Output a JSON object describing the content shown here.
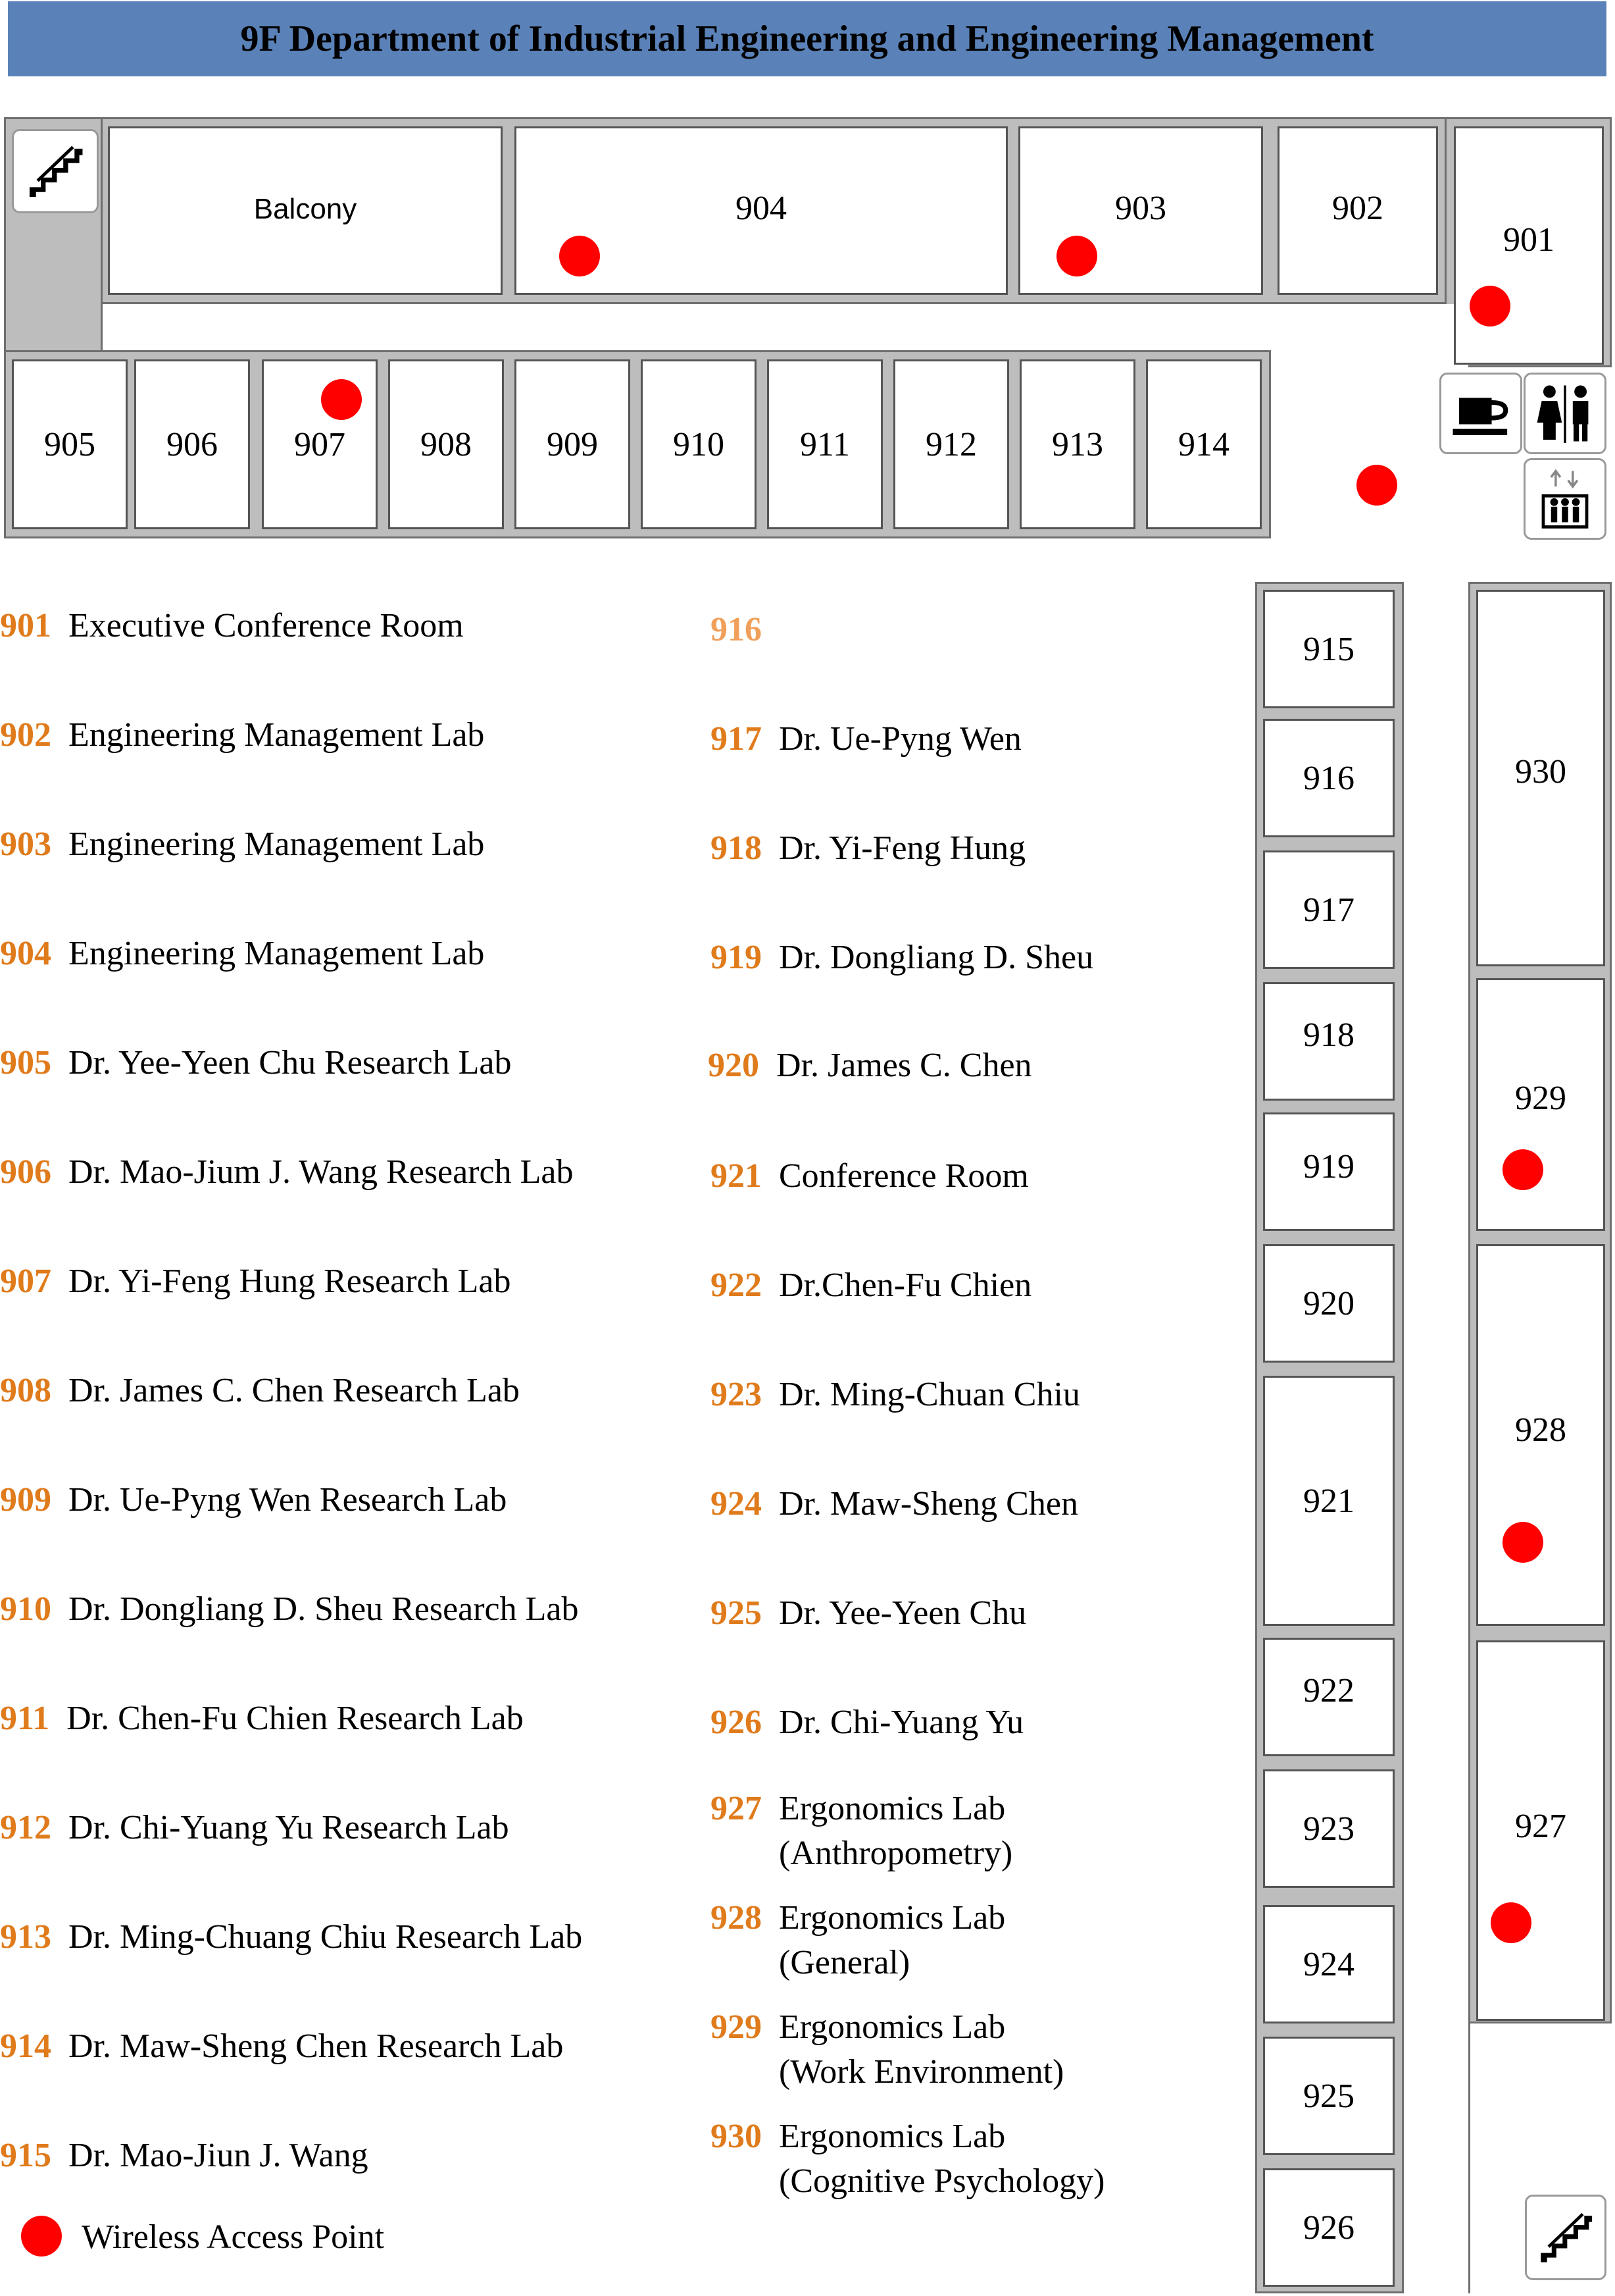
{
  "title": "9F  Department of Industrial Engineering and Engineering Management",
  "rooms": {
    "balcony": "Balcony",
    "r901": "901",
    "r902": "902",
    "r903": "903",
    "r904": "904",
    "r905": "905",
    "r906": "906",
    "r907": "907",
    "r908": "908",
    "r909": "909",
    "r910": "910",
    "r911": "911",
    "r912": "912",
    "r913": "913",
    "r914": "914",
    "r915": "915",
    "r916": "916",
    "r917": "917",
    "r918": "918",
    "r919": "919",
    "r920": "920",
    "r921": "921",
    "r922": "922",
    "r923": "923",
    "r924": "924",
    "r925": "925",
    "r926": "926",
    "r927": "927",
    "r928": "928",
    "r929": "929",
    "r930": "930"
  },
  "legend_left": [
    {
      "num": "901",
      "text": "Executive Conference Room"
    },
    {
      "num": "902",
      "text": "Engineering Management Lab"
    },
    {
      "num": "903",
      "text": "Engineering Management Lab"
    },
    {
      "num": "904",
      "text": "Engineering Management Lab"
    },
    {
      "num": "905",
      "text": "Dr. Yee-Yeen Chu Research Lab"
    },
    {
      "num": "906",
      "text": "Dr. Mao-Jium J. Wang Research Lab"
    },
    {
      "num": "907",
      "text": "Dr. Yi-Feng Hung Research Lab"
    },
    {
      "num": "908",
      "text": "Dr. James C. Chen Research Lab"
    },
    {
      "num": "909",
      "text": "Dr. Ue-Pyng Wen Research Lab"
    },
    {
      "num": "910",
      "text": "Dr. Dongliang D. Sheu Research Lab"
    },
    {
      "num": "911",
      "text": "Dr. Chen-Fu Chien Research Lab"
    },
    {
      "num": "912",
      "text": "Dr. Chi-Yuang Yu Research Lab"
    },
    {
      "num": "913",
      "text": "Dr. Ming-Chuang Chiu Research Lab"
    },
    {
      "num": "914",
      "text": "Dr. Maw-Sheng Chen Research Lab"
    },
    {
      "num": "915",
      "text": "Dr. Mao-Jiun J. Wang"
    }
  ],
  "legend_right": [
    {
      "num": "916",
      "text": ""
    },
    {
      "num": "917",
      "text": "Dr. Ue-Pyng Wen"
    },
    {
      "num": "918",
      "text": "Dr. Yi-Feng Hung"
    },
    {
      "num": "919",
      "text": "Dr. Dongliang D. Sheu"
    },
    {
      "num": "920",
      "text": "Dr. James C. Chen"
    },
    {
      "num": "921",
      "text": "Conference Room"
    },
    {
      "num": "922",
      "text": "Dr.Chen-Fu Chien"
    },
    {
      "num": "923",
      "text": "Dr. Ming-Chuan Chiu"
    },
    {
      "num": "924",
      "text": "Dr. Maw-Sheng Chen"
    },
    {
      "num": "925",
      "text": "Dr. Yee-Yeen Chu"
    },
    {
      "num": "926",
      "text": "Dr. Chi-Yuang Yu"
    },
    {
      "num": "927",
      "text": "Ergonomics Lab",
      "text2": "(Anthropometry)"
    },
    {
      "num": "928",
      "text": "Ergonomics Lab",
      "text2": "(General)"
    },
    {
      "num": "929",
      "text": "Ergonomics Lab",
      "text2": "(Work Environment)"
    },
    {
      "num": "930",
      "text": "Ergonomics Lab",
      "text2": "(Cognitive Psychology)"
    }
  ],
  "ap_legend": "Wireless Access Point",
  "colors": {
    "title_bar": "#5a82b8",
    "room_number": "#e07b1c",
    "access_point": "#ff0000"
  },
  "icons": [
    "stairs-icon",
    "coffee-icon",
    "restroom-icon",
    "elevator-icon"
  ]
}
